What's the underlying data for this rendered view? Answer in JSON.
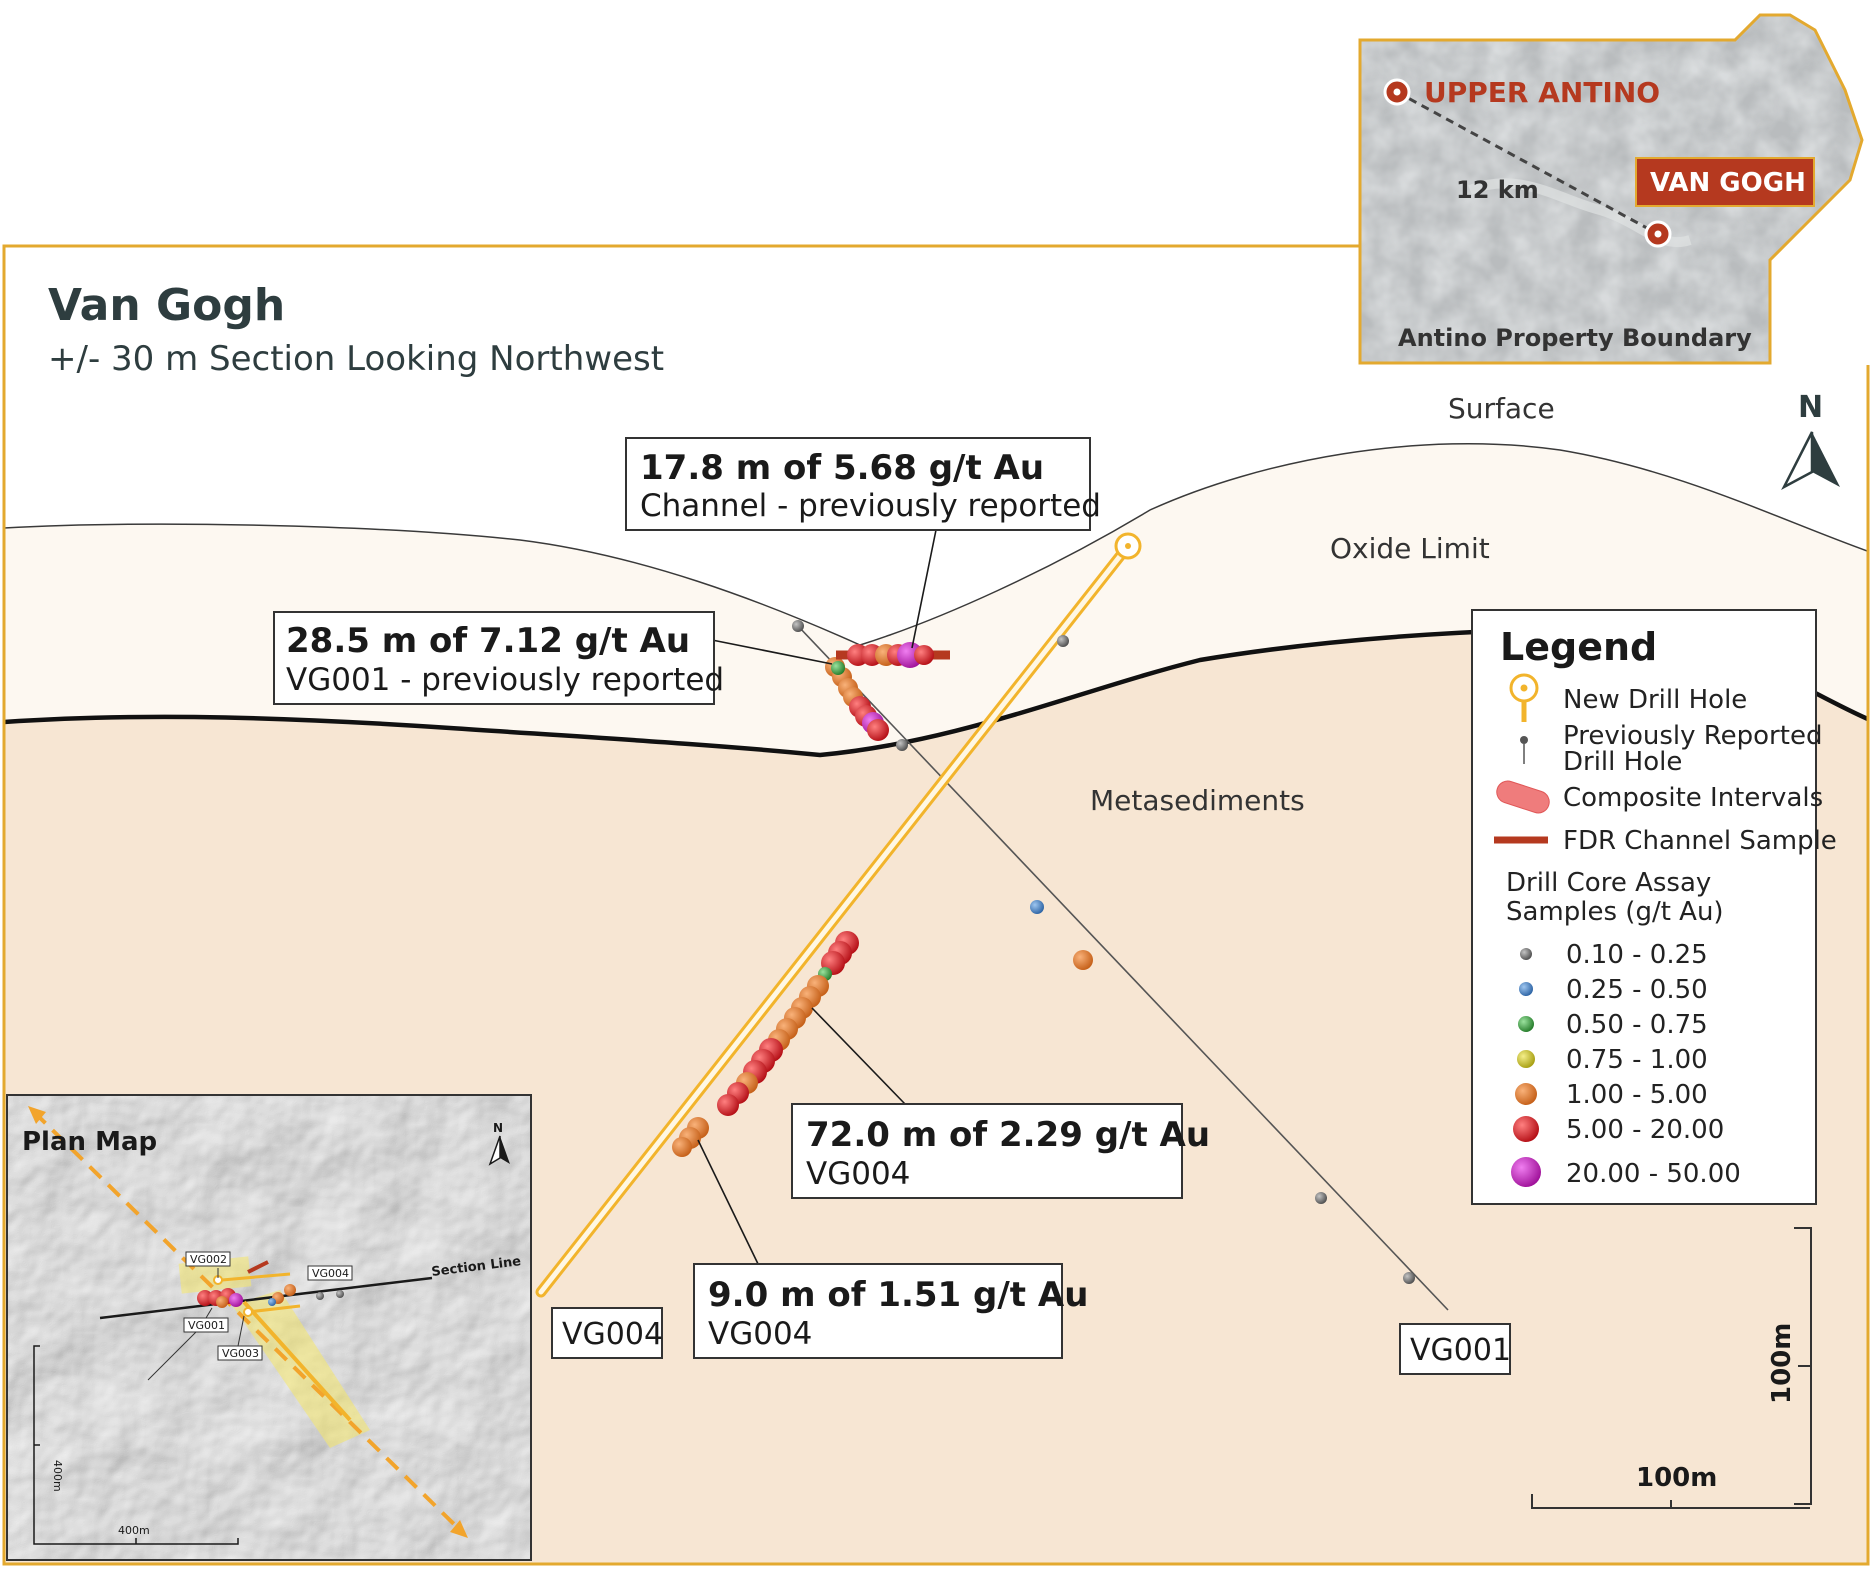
{
  "title": "Van Gogh",
  "subtitle": "+/- 30 m Section Looking Northwest",
  "zones": {
    "surface": "Surface",
    "oxide_limit": "Oxide Limit",
    "metasediments": "Metasediments"
  },
  "north_letter": "N",
  "callouts": [
    {
      "headline": "17.8 m of 5.68 g/t Au",
      "detail": "Channel - previously reported"
    },
    {
      "headline": "28.5 m of 7.12 g/t Au",
      "detail": "VG001 - previously reported"
    },
    {
      "headline": "72.0 m of 2.29 g/t Au",
      "detail": "VG004"
    },
    {
      "headline": "9.0 m of 1.51 g/t Au",
      "detail": "VG004"
    }
  ],
  "holes": {
    "vg004": "VG004",
    "vg001": "VG001"
  },
  "legend": {
    "title": "Legend",
    "new_drill_hole": "New Drill Hole",
    "prev_hole_line1": "Previously Reported",
    "prev_hole_line2": "Drill Hole",
    "composite": "Composite Intervals",
    "channel": "FDR Channel Sample",
    "assay_line1": "Drill Core Assay",
    "assay_line2": "Samples (g/t Au)",
    "assay_classes": [
      {
        "range": "0.10 - 0.25",
        "color": "#6e6e6e"
      },
      {
        "range": "0.25 - 0.50",
        "color": "#3f7fc4"
      },
      {
        "range": "0.50 - 0.75",
        "color": "#3aa040"
      },
      {
        "range": "0.75 - 1.00",
        "color": "#d4cc1a"
      },
      {
        "range": "1.00 - 5.00",
        "color": "#e07a2a"
      },
      {
        "range": "5.00 - 20.00",
        "color": "#d7141c"
      },
      {
        "range": "20.00 - 50.00",
        "color": "#c21fc0"
      }
    ]
  },
  "location_inset": {
    "upper_antino": "UPPER ANTINO",
    "van_gogh": "VAN GOGH",
    "distance": "12 km",
    "boundary": "Antino Property Boundary"
  },
  "plan_map": {
    "title": "Plan Map",
    "north": "N",
    "section_line": "Section Line",
    "scale_v": "400m",
    "scale_h": "400m",
    "holes": [
      "VG002",
      "VG004",
      "VG001",
      "VG003"
    ]
  },
  "scale_bars": {
    "vertical": "100m",
    "horizontal": "100m"
  },
  "colors": {
    "frame": "#e3a92f",
    "oxide_zone": "#fdf8f1",
    "metasediment_zone": "#f7e6d3",
    "new_hole": "#f2b42c",
    "channel": "#b5391f",
    "title": "#2e3d3f"
  }
}
